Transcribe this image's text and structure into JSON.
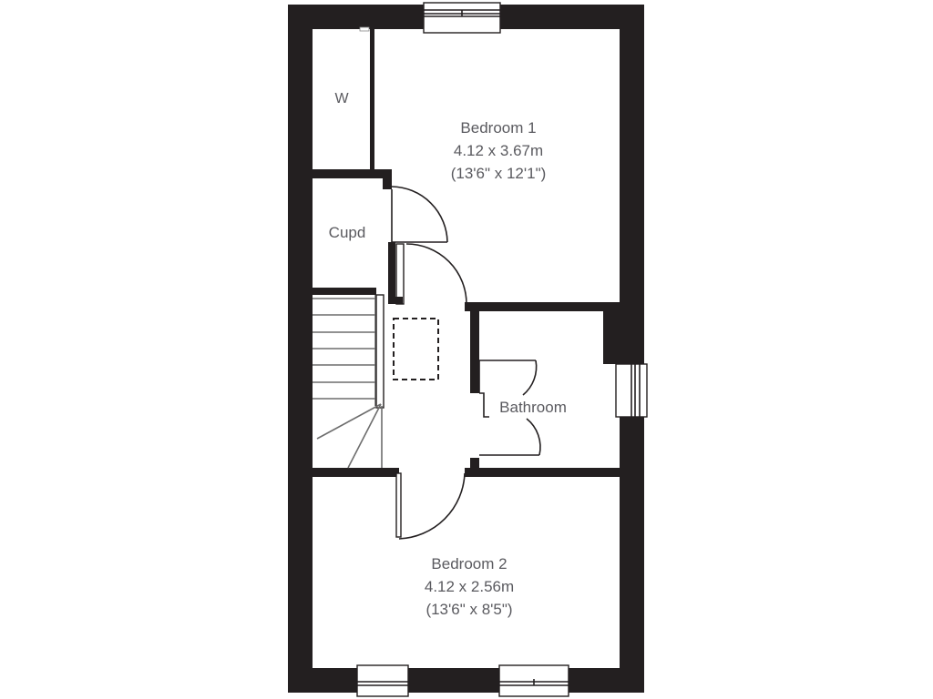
{
  "floorplan": {
    "colors": {
      "wall": "#231f20",
      "background": "#ffffff",
      "label_text": "#5a5a5f"
    },
    "rooms": {
      "wardrobe": {
        "name": "W"
      },
      "cupboard": {
        "name": "Cupd"
      },
      "bedroom1": {
        "name": "Bedroom 1",
        "metric": "4.12 x 3.67m",
        "imperial": "(13'6\" x 12'1\")"
      },
      "bathroom": {
        "name": "Bathroom"
      },
      "bedroom2": {
        "name": "Bedroom 2",
        "metric": "4.12 x 2.56m",
        "imperial": "(13'6\" x 8'5\")"
      }
    },
    "features": {
      "loft_hatch": "loft-hatch (dashed)",
      "staircase": "staircase",
      "windows": 4
    }
  }
}
